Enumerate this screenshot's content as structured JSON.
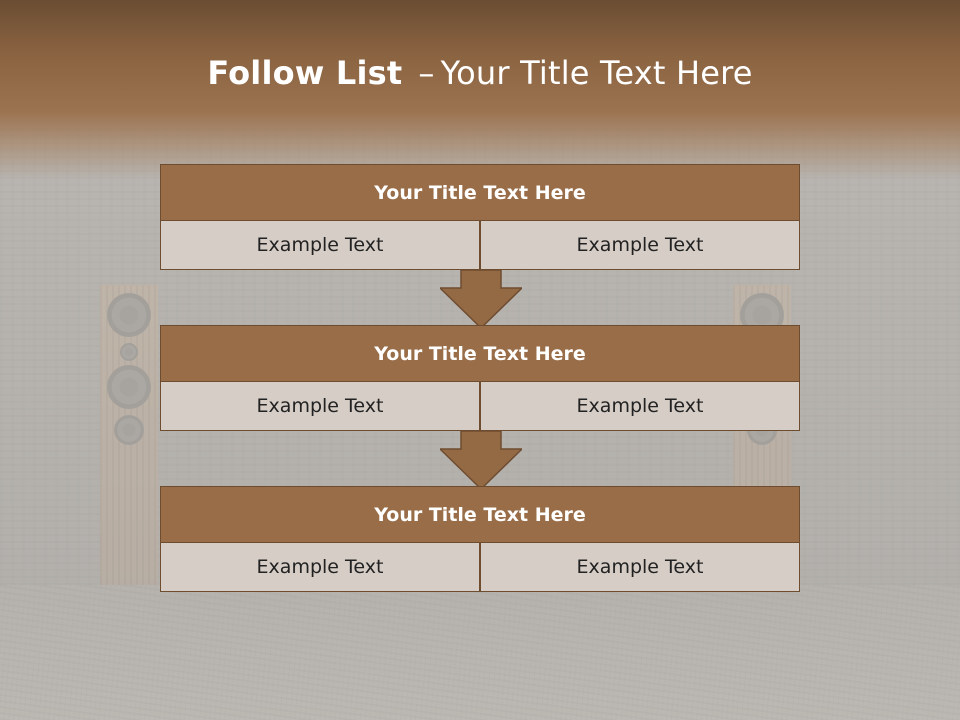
{
  "title": {
    "bold": "Follow List",
    "separator": "–",
    "rest": "Your Title Text Here"
  },
  "colors": {
    "header_brown": "#996d48",
    "border_brown": "#6e4c30",
    "cell_fill": "#d6cdc6",
    "arrow_fill": "#946a45"
  },
  "blocks": [
    {
      "title": "Your Title Text Here",
      "cells": [
        "Example Text",
        "Example Text"
      ]
    },
    {
      "title": "Your Title Text Here",
      "cells": [
        "Example Text",
        "Example Text"
      ]
    },
    {
      "title": "Your Title Text Here",
      "cells": [
        "Example Text",
        "Example Text"
      ]
    }
  ]
}
